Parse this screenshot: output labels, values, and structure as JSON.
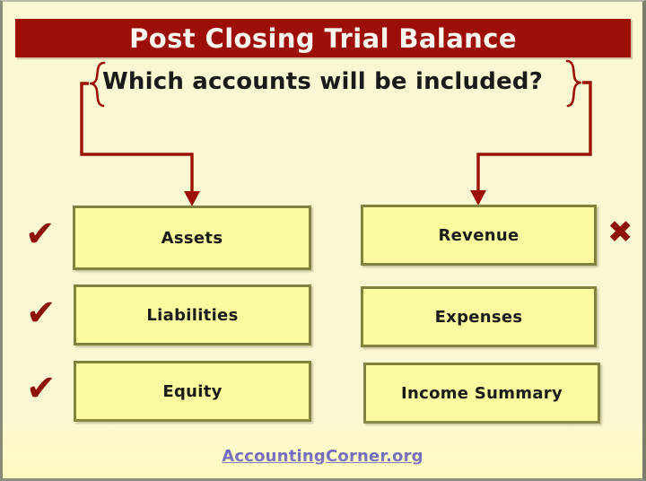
{
  "slide": {
    "title": "Post Closing Trial Balance",
    "subtitle": "Which accounts will be included?",
    "background_color": "#faf8d2",
    "title_bar_color": "#9c0e06",
    "title_text_color": "#fdf6ef"
  },
  "columns": {
    "included": {
      "mark": "✔",
      "mark_color": "#8e1208",
      "mark_name": "check-mark",
      "boxes": [
        {
          "label": "Assets"
        },
        {
          "label": "Liabilities"
        },
        {
          "label": "Equity"
        }
      ]
    },
    "excluded": {
      "mark": "✖",
      "mark_color": "#8e1208",
      "mark_name": "x-mark",
      "boxes": [
        {
          "label": "Revenue"
        },
        {
          "label": "Expenses"
        },
        {
          "label": "Income Summary"
        }
      ]
    }
  },
  "box_style": {
    "fill_color": "#fbfa9e",
    "border_color": "#82823f",
    "text_color": "#1b1b18"
  },
  "connectors": {
    "line_color": "#9c1005",
    "left_brace": "{",
    "right_brace": "}"
  },
  "footer": {
    "link_text": "AccountingCorner.org",
    "link_color": "#2b22c8"
  }
}
